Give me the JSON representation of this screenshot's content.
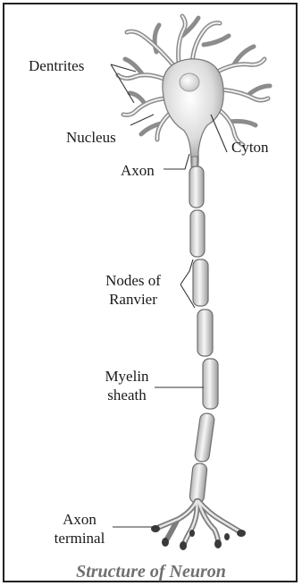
{
  "labels": {
    "dentrites": "Dentrites",
    "nucleus": "Nucleus",
    "cyton": "Cyton",
    "axon": "Axon",
    "nodes_line1": "Nodes of",
    "nodes_line2": "Ranvier",
    "myelin_line1": "Myelin",
    "myelin_line2": "sheath",
    "terminal_line1": "Axon",
    "terminal_line2": "terminal"
  },
  "caption": "Structure of Neuron",
  "colors": {
    "cell_light": "#f4f4f4",
    "cell_dark": "#9a9a9a",
    "outline": "#6a6a6a",
    "leader": "#333333",
    "caption": "#6f6f6f"
  }
}
